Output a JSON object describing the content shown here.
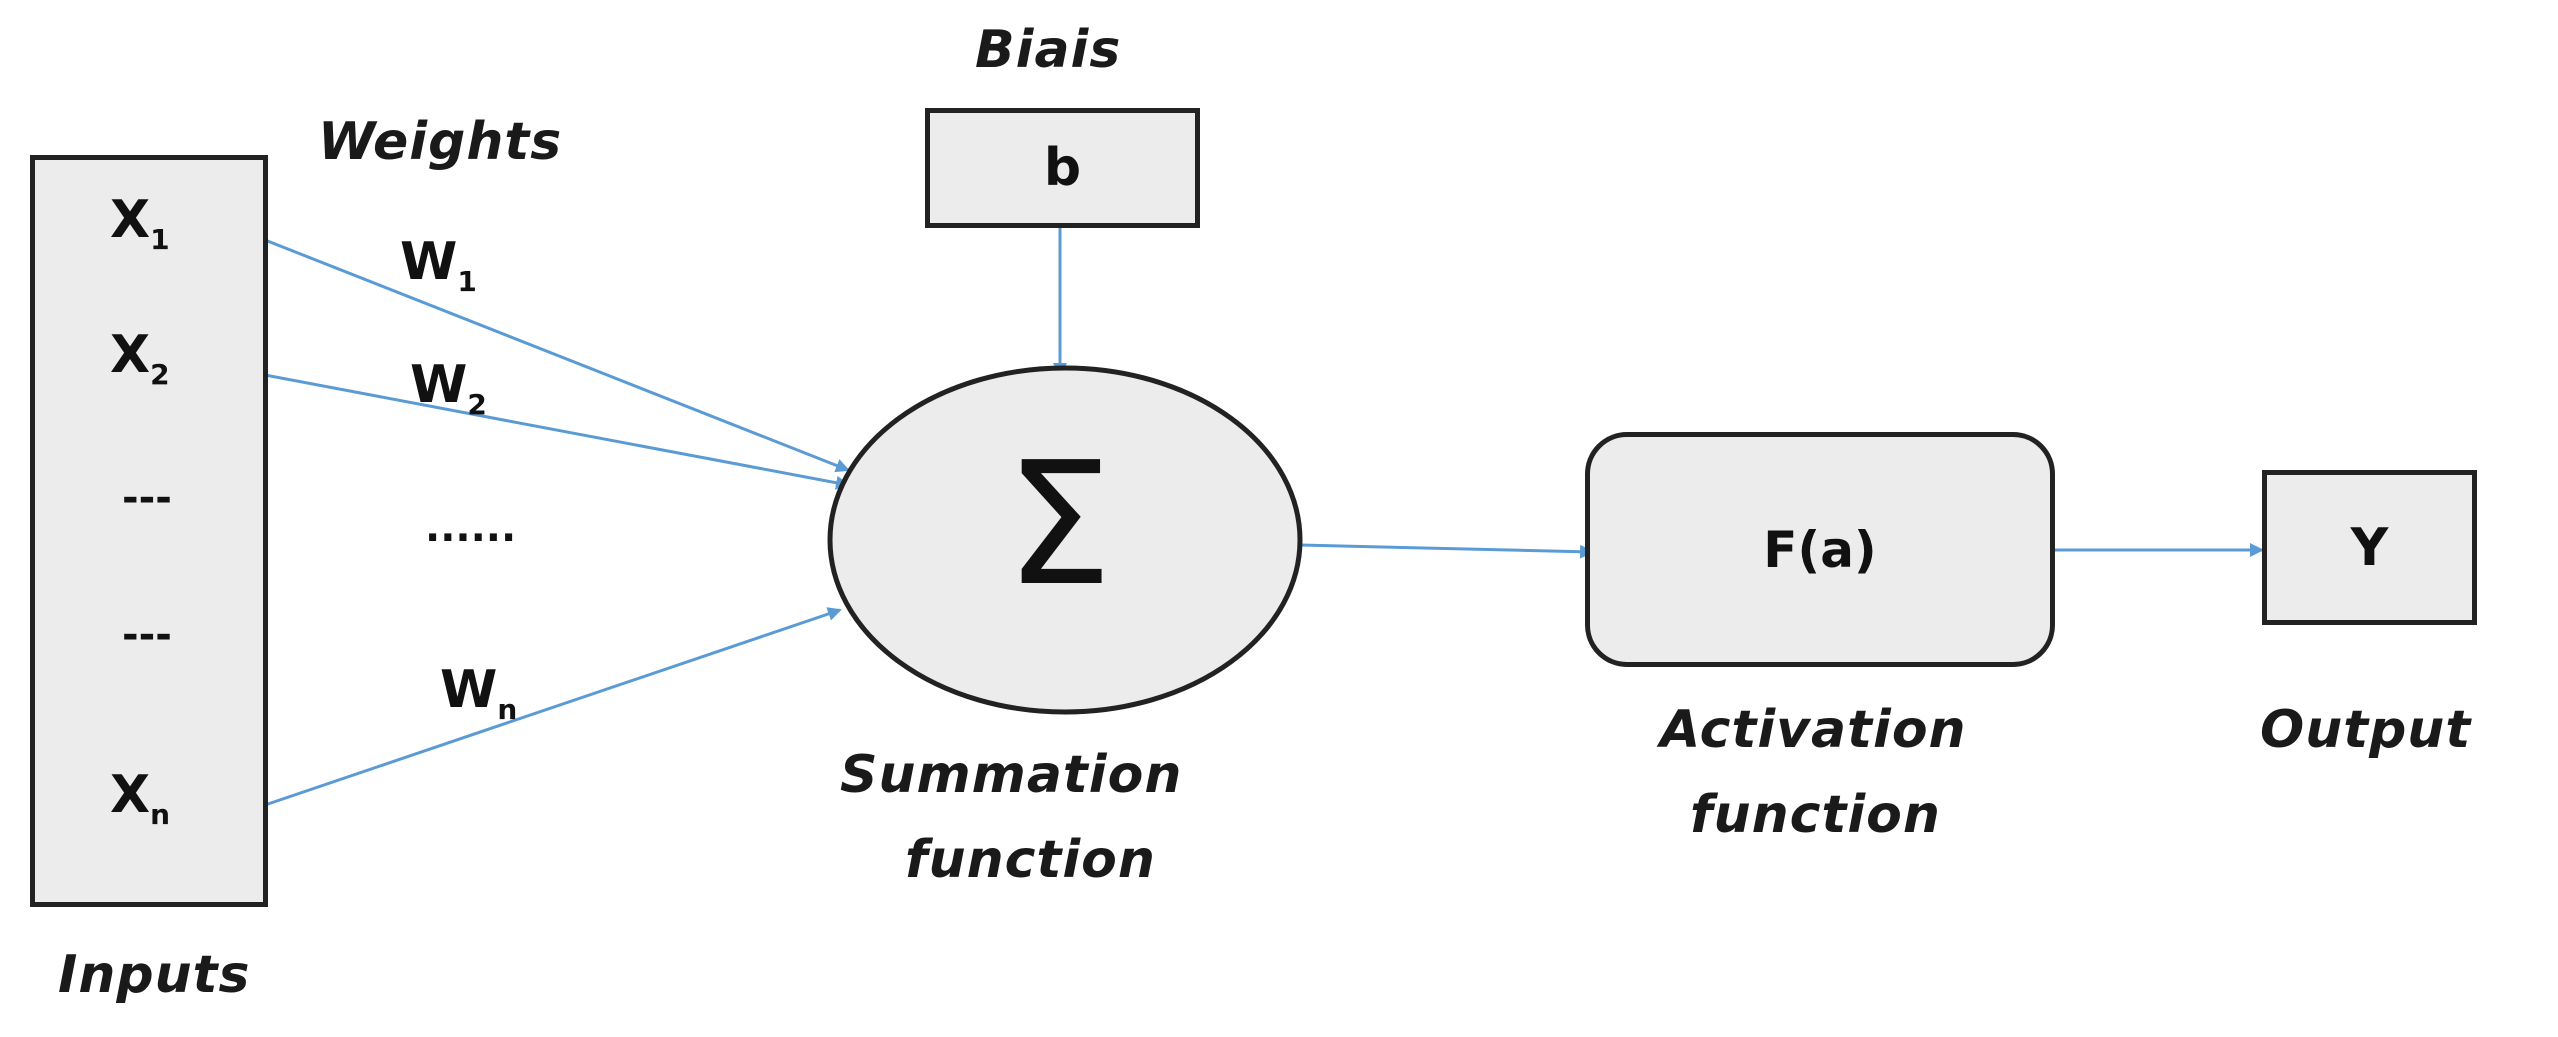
{
  "labels": {
    "bias": "Biais",
    "weights": "Weights",
    "inputs": "Inputs",
    "summation_line1": "Summation",
    "summation_line2": "function",
    "activation_line1": "Activation",
    "activation_line2": "function",
    "output": "Output"
  },
  "inputs": [
    {
      "base": "X",
      "sub": "1"
    },
    {
      "base": "X",
      "sub": "2"
    },
    {
      "base": "---",
      "sub": ""
    },
    {
      "base": "---",
      "sub": ""
    },
    {
      "base": "X",
      "sub": "n"
    }
  ],
  "weights": [
    {
      "base": "W",
      "sub": "1"
    },
    {
      "base": "W",
      "sub": "2"
    },
    {
      "base": "......",
      "sub": ""
    },
    {
      "base": "W",
      "sub": "n"
    }
  ],
  "bias_box": "b",
  "summation_symbol": "Σ",
  "activation_box": "F(a)",
  "output_box": "Y",
  "colors": {
    "arrow": "#5b9bd5",
    "box_fill": "#ececec",
    "border": "#222222"
  }
}
